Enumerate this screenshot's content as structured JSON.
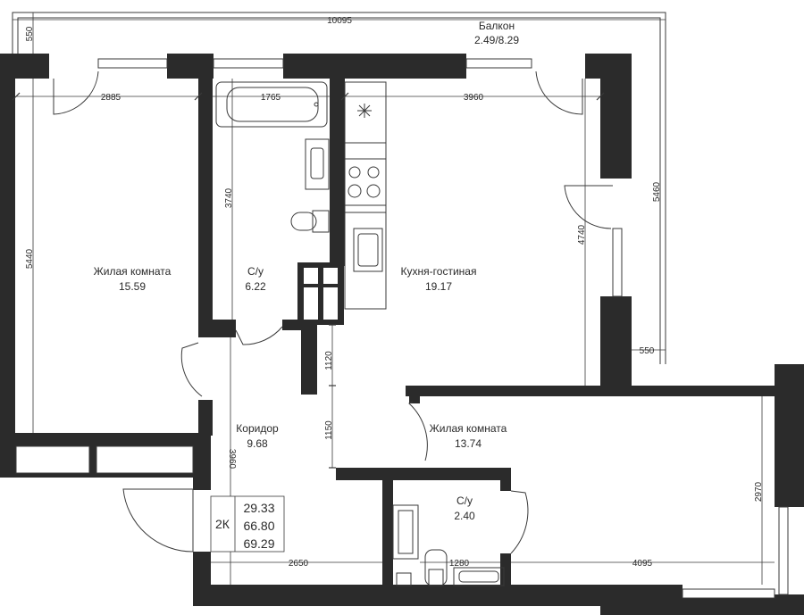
{
  "rooms": [
    {
      "id": "living-room-1",
      "name": "Жилая комната",
      "area": "15.59"
    },
    {
      "id": "bathroom-1",
      "name": "С/у",
      "area": "6.22"
    },
    {
      "id": "kitchen-living",
      "name": "Кухня-гостиная",
      "area": "19.17"
    },
    {
      "id": "corridor",
      "name": "Коридор",
      "area": "9.68"
    },
    {
      "id": "living-room-2",
      "name": "Жилая комната",
      "area": "13.74"
    },
    {
      "id": "bathroom-2",
      "name": "С/у",
      "area": "2.40"
    },
    {
      "id": "balcony",
      "name": "Балкон",
      "area": "2.49/8.29"
    }
  ],
  "dimensions": {
    "overall_width": "10095",
    "balcony_depth_left": "550",
    "balcony_depth_right": "550",
    "right_height": "5460",
    "room1_width": "2885",
    "room1_height": "5440",
    "bath1_width": "1765",
    "bath1_height": "3740",
    "kitchen_width": "3960",
    "kitchen_height": "4740",
    "corridor_upper": "1120",
    "corridor_lower": "1150",
    "corridor_height": "3960",
    "corridor_width": "2650",
    "bath2_width": "1280",
    "room2_width": "4095",
    "room2_height": "2970"
  },
  "summary": {
    "type": "2К",
    "living_area": "29.33",
    "total_area": "66.80",
    "total_with_balcony": "69.29"
  }
}
